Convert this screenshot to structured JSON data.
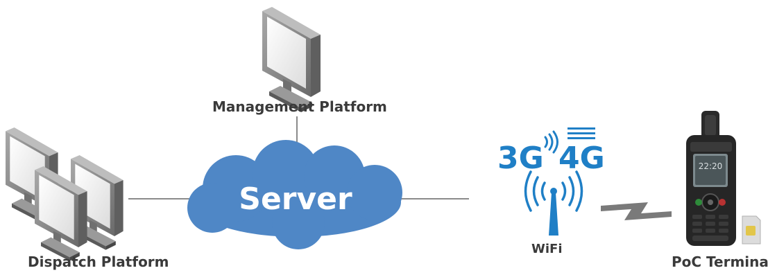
{
  "labels": {
    "management": "Management Platform",
    "dispatch": "Dispatch Platform",
    "server": "Server",
    "wifi": "WiFi",
    "poc_terminal": "PoC Terminal",
    "net_3g": "3G",
    "net_4g": "4G"
  },
  "colors": {
    "accent_blue": "#1f7fc6",
    "cloud_blue": "#4f87c6",
    "text_dark": "#3a3a3a",
    "line_gray": "#8a8a8a",
    "monitor_gray": "#8c8c8c"
  },
  "icons": [
    "monitor-icon",
    "cloud-icon",
    "signal-waves-icon",
    "wifi-antenna-icon",
    "lightning-link-icon",
    "radio-device-icon",
    "sim-card-icon"
  ]
}
